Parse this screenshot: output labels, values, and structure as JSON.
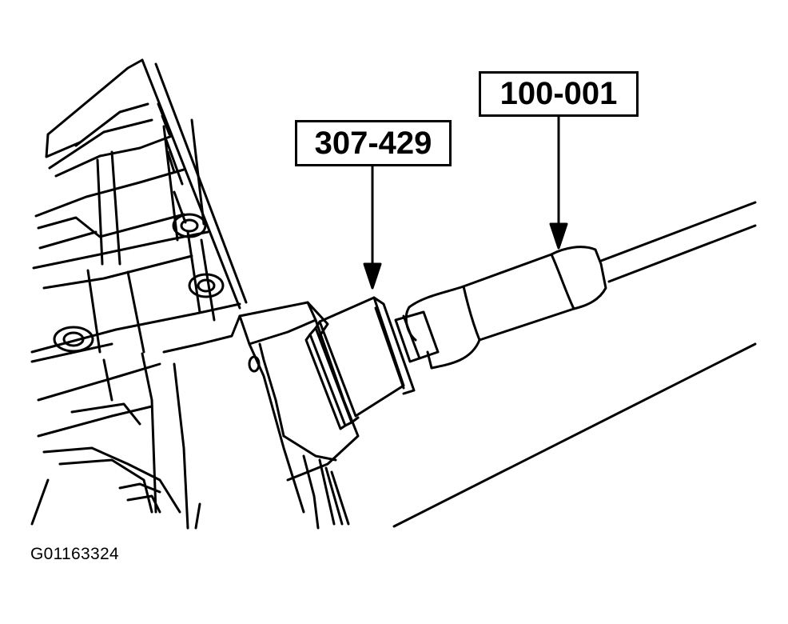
{
  "callouts": {
    "tool_1": "307-429",
    "tool_2": "100-001"
  },
  "figure_id": "G01163324",
  "colors": {
    "line": "#000000",
    "background": "#ffffff"
  }
}
